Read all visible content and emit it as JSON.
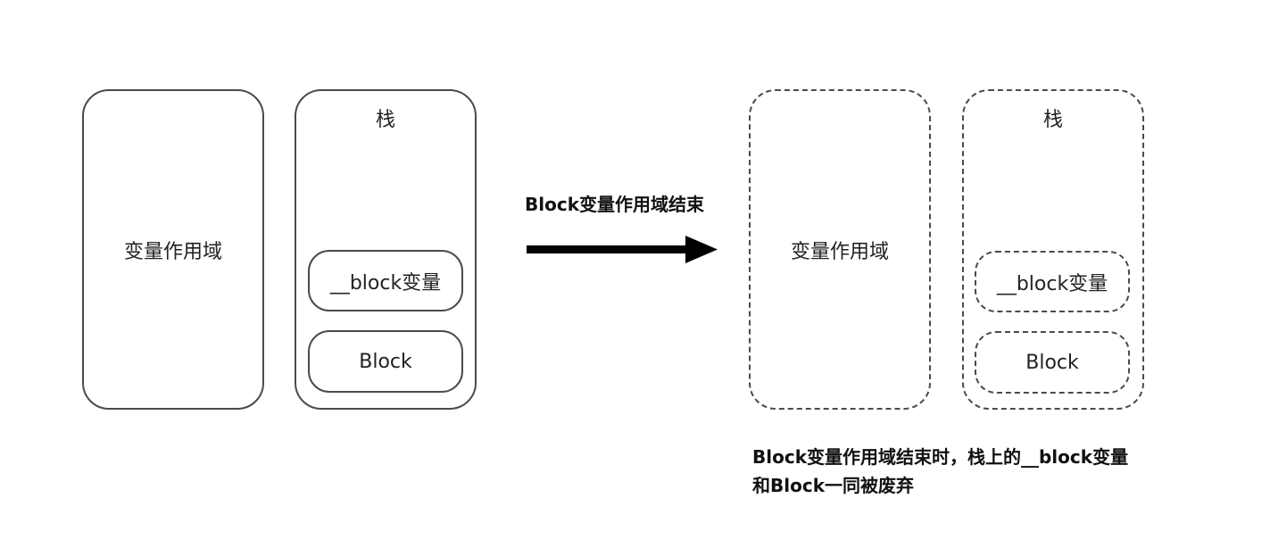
{
  "before": {
    "scope_label": "变量作用域",
    "stack_label": "栈",
    "block_var_label": "__block变量",
    "block_label": "Block"
  },
  "transition": {
    "label": "Block变量作用域结束"
  },
  "after": {
    "scope_label": "变量作用域",
    "stack_label": "栈",
    "block_var_label": "__block变量",
    "block_label": "Block"
  },
  "note": {
    "line1": "Block变量作用域结束时，栈上的__block变量",
    "line2": "和Block一同被废弃"
  },
  "colors": {
    "border": "#4a4a50",
    "arrow": "#000000"
  }
}
